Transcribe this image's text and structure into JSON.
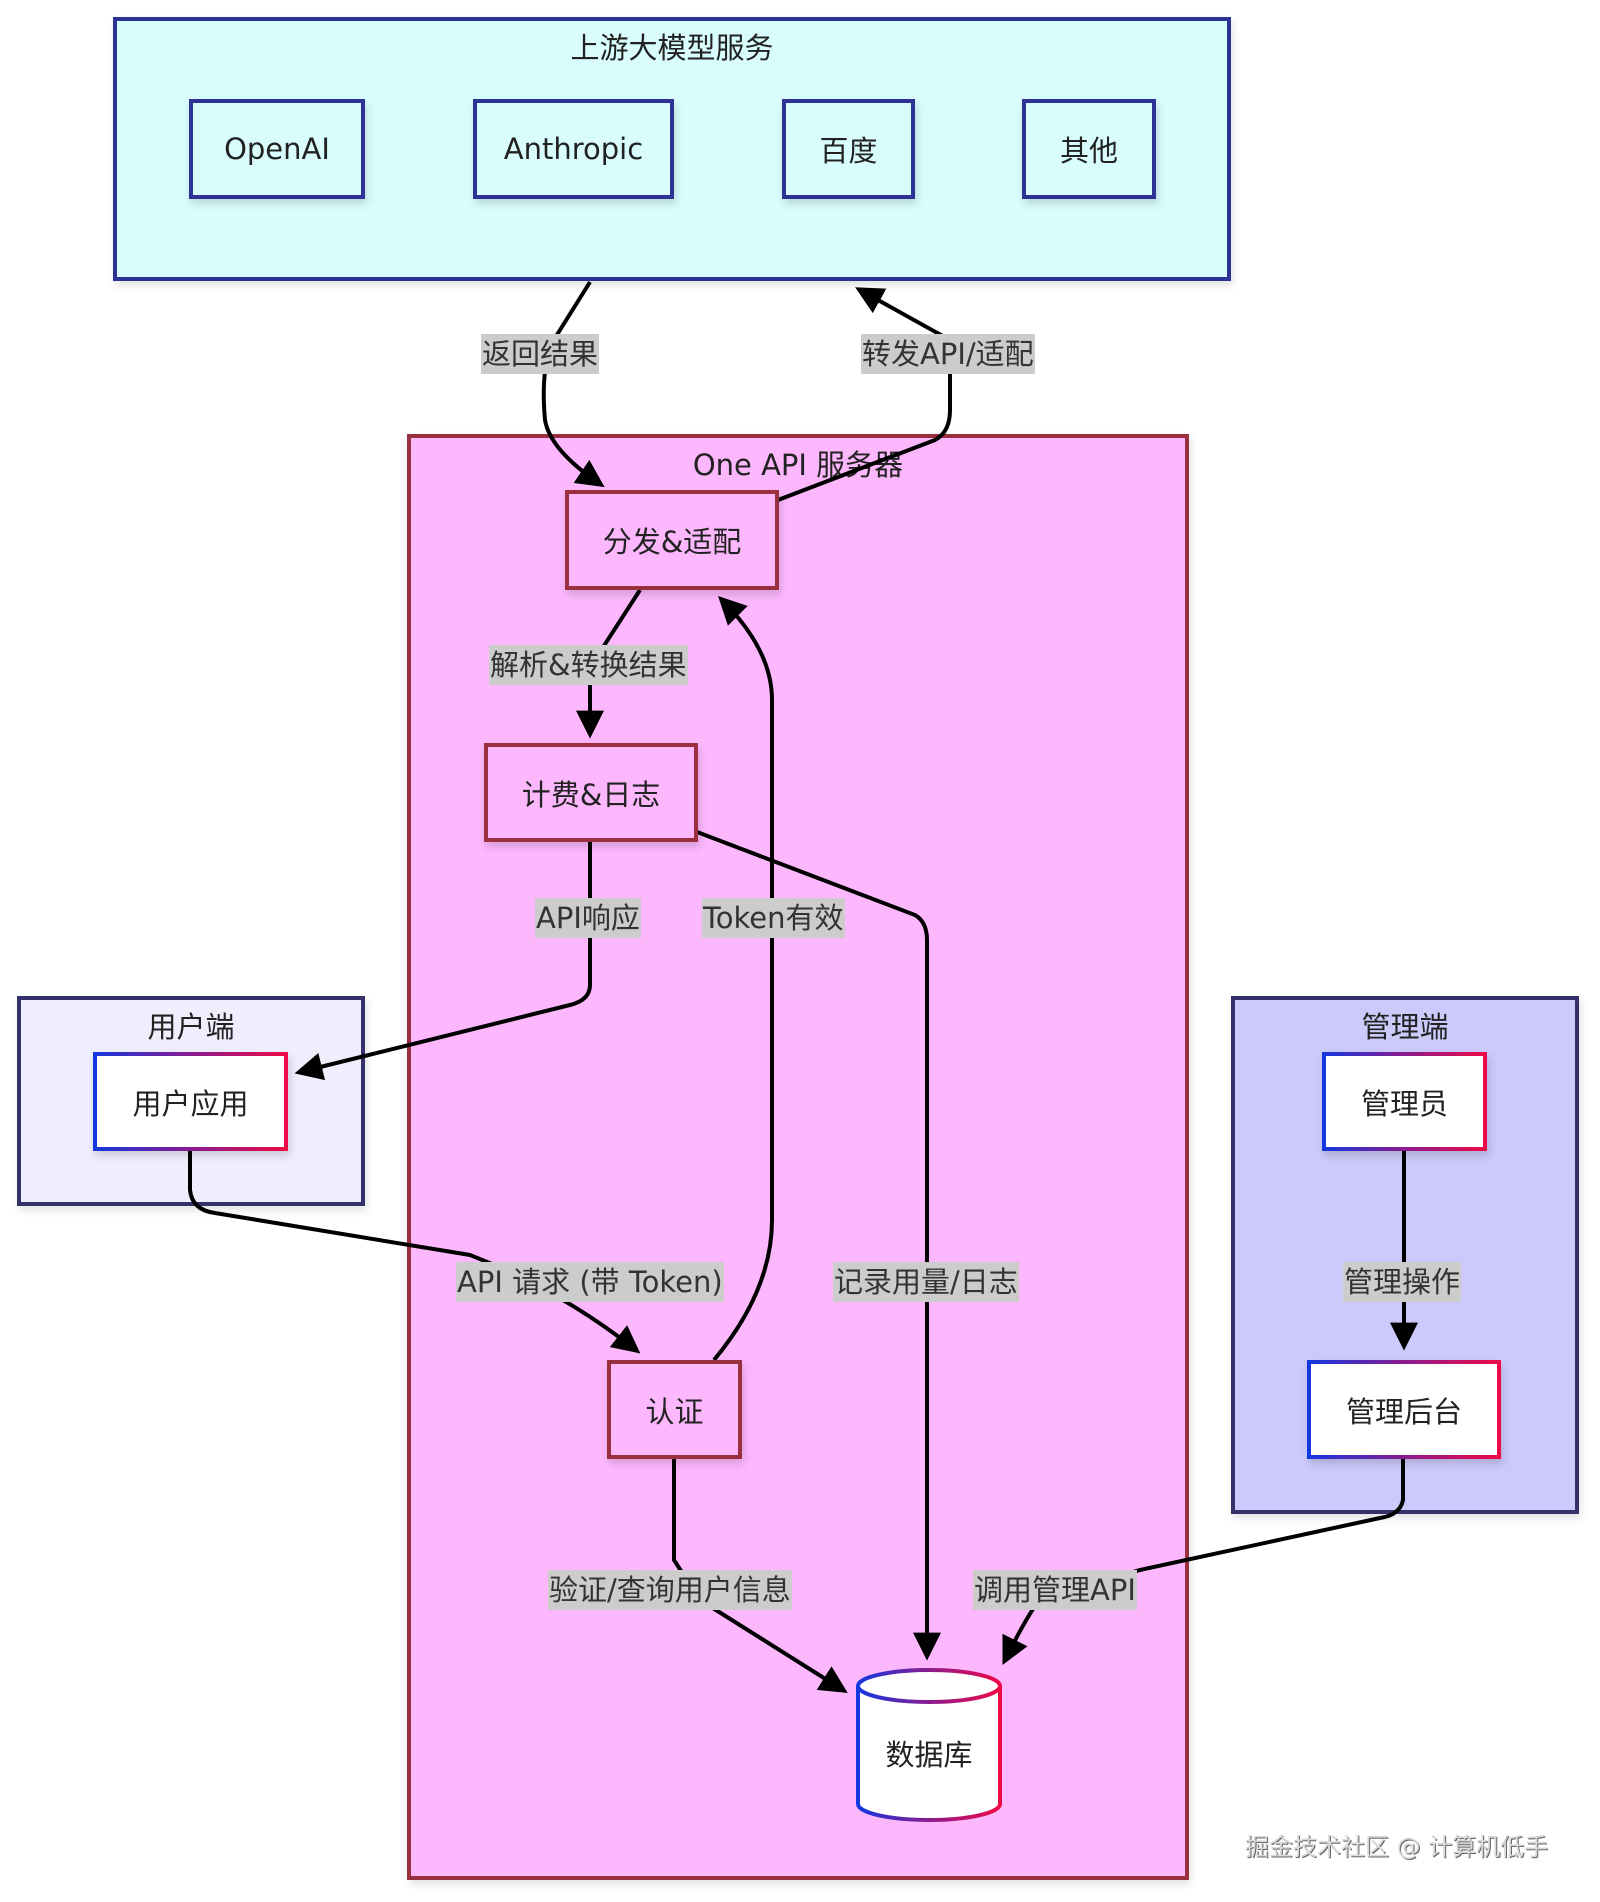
{
  "clusters": {
    "upstream": {
      "title": "上游大模型服务",
      "fill": "#d9fdfd",
      "stroke": "#2c3394"
    },
    "server": {
      "title": "One API 服务器",
      "fill": "#fdb8fd",
      "stroke": "#9a2f3f"
    },
    "client": {
      "title": "用户端",
      "fill": "#eeeefd",
      "stroke": "#34306a"
    },
    "admin": {
      "title": "管理端",
      "fill": "#cccafa",
      "stroke": "#34306a"
    }
  },
  "nodes": {
    "openai": "OpenAI",
    "anthropic": "Anthropic",
    "baidu": "百度",
    "others": "其他",
    "dispatch": "分发&适配",
    "billing": "计费&日志",
    "auth": "认证",
    "database": "数据库",
    "user_app": "用户应用",
    "admin_user": "管理员",
    "admin_console": "管理后台"
  },
  "edges": {
    "return_result": "返回结果",
    "forward_api": "转发API/适配",
    "parse_convert": "解析&转换结果",
    "api_response": "API响应",
    "token_valid": "Token有效",
    "api_request": "API 请求 (带 Token)",
    "record_usage": "记录用量/日志",
    "verify_user": "验证/查询用户信息",
    "call_admin_api": "调用管理API",
    "admin_ops": "管理操作"
  },
  "watermark": "掘金技术社区 @ 计算机低手"
}
